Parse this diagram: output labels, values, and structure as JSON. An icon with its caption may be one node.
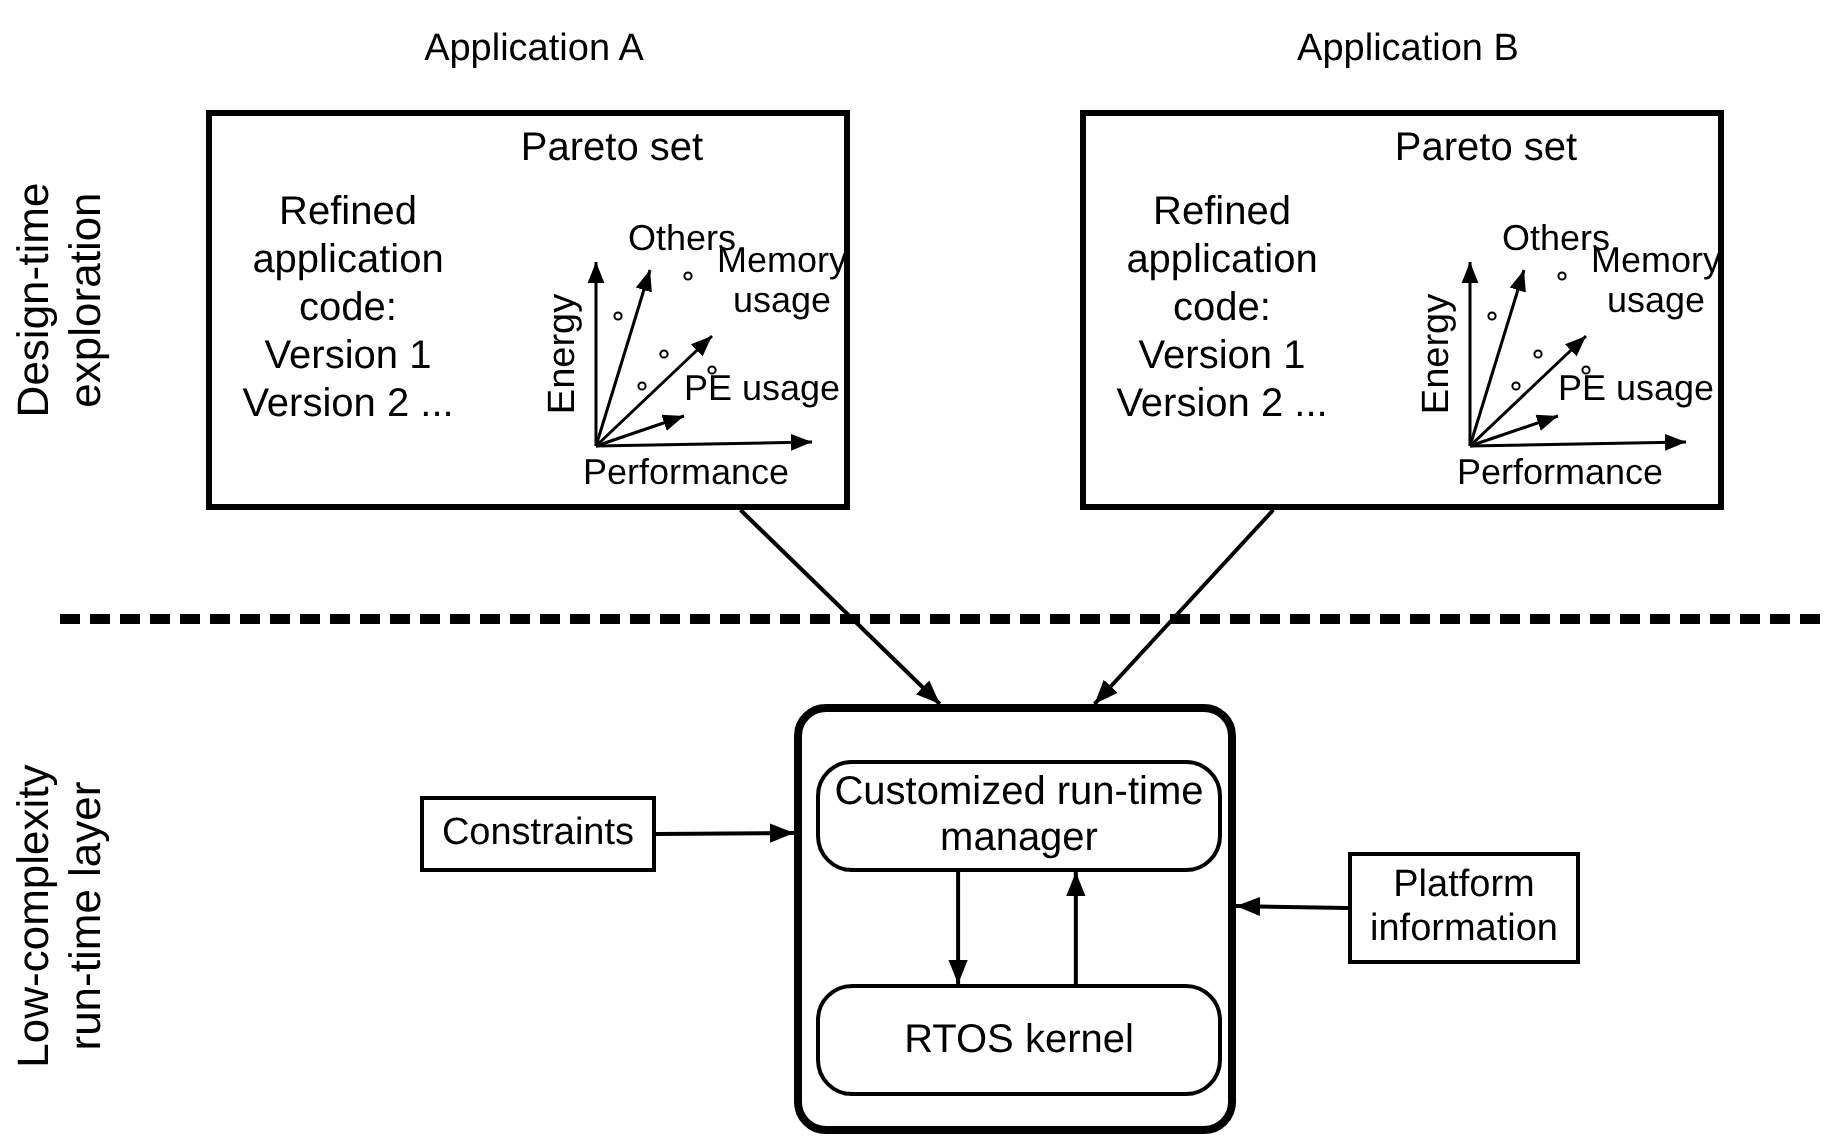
{
  "diagram": {
    "nodes": [
      {
        "text": [
          "Application A",
          "Refined application code: Version 1 Version 2 ...",
          "Pareto set",
          "Others",
          "Memory usage",
          "PE usage",
          "Energy",
          "Performance"
        ]
      },
      {
        "text": [
          "Application B",
          "Refined application code: Version 1 Version 2 ...",
          "Pareto set",
          "Others",
          "Memory usage",
          "PE usage",
          "Energy",
          "Performance"
        ]
      },
      {
        "text": [],
        "shape": "box"
      },
      {
        "text": [
          "Customized run-time manager"
        ],
        "in": 2
      },
      {
        "text": [
          "RTOS kernel"
        ],
        "in": 2
      },
      {
        "text": [
          "Constraints"
        ]
      },
      {
        "text": [
          "Platform information"
        ]
      }
    ],
    "edges": [
      {
        "from": 0,
        "to": 2,
        "arrow": "to"
      },
      {
        "from": 1,
        "to": 2,
        "arrow": "to"
      },
      {
        "from": 5,
        "to": 2,
        "arrow": "to"
      },
      {
        "from": 6,
        "to": 2,
        "arrow": "to"
      },
      {
        "from": 3,
        "to": 4,
        "arrow": "to"
      },
      {
        "from": 4,
        "to": 3,
        "arrow": "to"
      }
    ],
    "labels": [
      "Design-time exploration",
      "Low-complexity run-time layer"
    ]
  }
}
